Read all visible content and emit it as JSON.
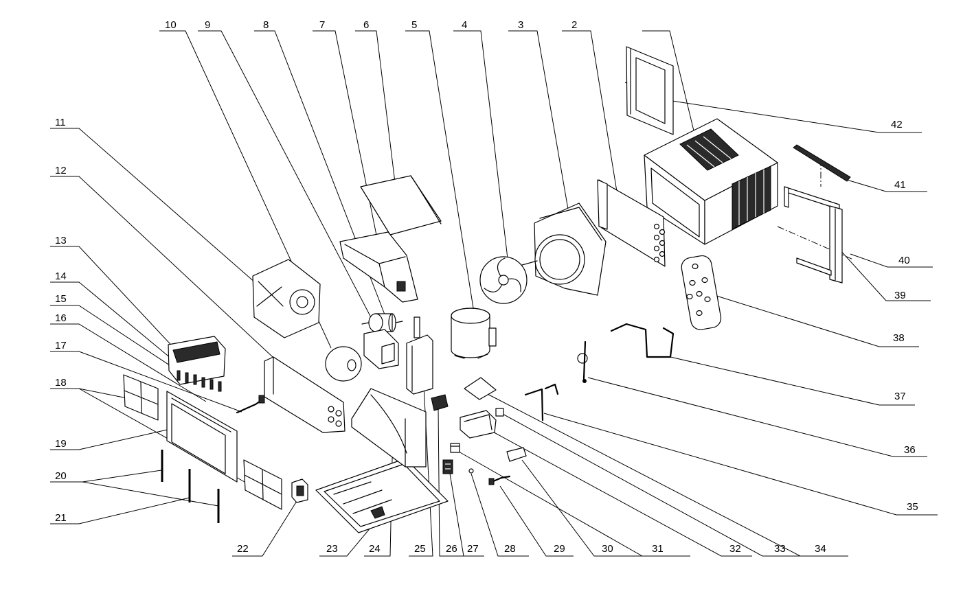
{
  "diagram": {
    "callouts": {
      "p2": "2",
      "p3": "3",
      "p4": "4",
      "p5": "5",
      "p6": "6",
      "p7": "7",
      "p8": "8",
      "p9": "9",
      "p10": "10",
      "p11": "11",
      "p12": "12",
      "p13": "13",
      "p14": "14",
      "p15": "15",
      "p16": "16",
      "p17": "17",
      "p18": "18",
      "p19": "19",
      "p20": "20",
      "p21": "21",
      "p22": "22",
      "p23": "23",
      "p24": "24",
      "p25": "25",
      "p26": "26",
      "p27": "27",
      "p28": "28",
      "p29": "29",
      "p30": "30",
      "p31": "31",
      "p32": "32",
      "p33": "33",
      "p34": "34",
      "p35": "35",
      "p36": "36",
      "p37": "37",
      "p38": "38",
      "p39": "39",
      "p40": "40",
      "p41": "41",
      "p42": "42"
    }
  },
  "colors": {
    "line": "#000000",
    "background": "#ffffff"
  }
}
